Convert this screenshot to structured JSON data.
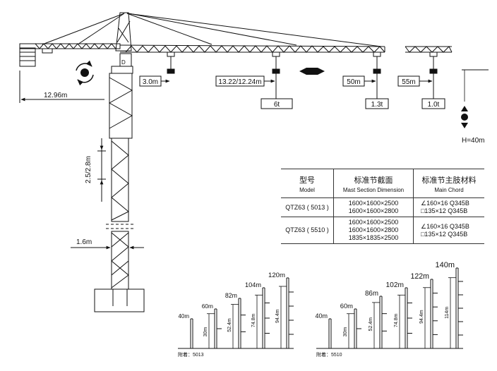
{
  "crane": {
    "counter_jib_length": "12.96m",
    "reach_labels": [
      "3.0m",
      "13.22/12.24m",
      "50m",
      "55m"
    ],
    "load_labels": [
      "6t",
      "1.3t",
      "1.0t"
    ],
    "mast_section": "2.5/2.8m",
    "mast_width": "1.6m",
    "height": "H=40m"
  },
  "spec_table": {
    "headers": [
      {
        "zh": "型号",
        "en": "Model"
      },
      {
        "zh": "标准节截面",
        "en": "Mast Section Dimension"
      },
      {
        "zh": "标准节主肢材料",
        "en": "Main Chord"
      }
    ],
    "rows": [
      {
        "model": "QTZ63 ( 5013 )",
        "dims": [
          "1600×1600×2500",
          "1600×1600×2800"
        ],
        "chord": [
          "∠160×16  Q345B",
          "□135×12  Q345B"
        ]
      },
      {
        "model": "QTZ63 ( 5510 )",
        "dims": [
          "1600×1600×2500",
          "1600×1600×2800",
          "1835×1835×2500"
        ],
        "chord": [
          "∠160×16  Q345B",
          "□135×12  Q345B"
        ]
      }
    ]
  },
  "height_charts": [
    {
      "footnote": "附着：5013",
      "towers": [
        {
          "top": "40m",
          "inner": ""
        },
        {
          "top": "60m",
          "inner": "30m"
        },
        {
          "top": "82m",
          "inner": "52.4m"
        },
        {
          "top": "104m",
          "inner": "74.8m"
        },
        {
          "top": "120m",
          "inner": "94.4m"
        }
      ]
    },
    {
      "footnote": "附着：5510",
      "towers": [
        {
          "top": "40m",
          "inner": ""
        },
        {
          "top": "60m",
          "inner": "30m"
        },
        {
          "top": "86m",
          "inner": "52.4m"
        },
        {
          "top": "102m",
          "inner": "74.8m"
        },
        {
          "top": "122m",
          "inner": "94.4m"
        },
        {
          "top": "140m",
          "inner": "114m"
        }
      ]
    }
  ]
}
